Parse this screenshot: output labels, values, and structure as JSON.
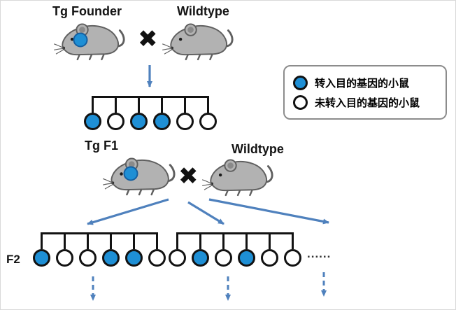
{
  "diagram": {
    "generation1": {
      "tg_founder_label": "Tg Founder",
      "wildtype_label": "Wildtype",
      "cross": "✖"
    },
    "generation2": {
      "tg_f1_label": "Tg F1",
      "wildtype_label": "Wildtype",
      "cross": "✖"
    },
    "f2_label": "F2",
    "ellipsis": "......"
  },
  "legend": {
    "items": [
      {
        "marker": "filled",
        "label": "转入目的基因的小鼠"
      },
      {
        "marker": "open",
        "label": "未转入目的基因的小鼠"
      }
    ]
  },
  "offspring": {
    "f1": [
      "filled",
      "open",
      "filled",
      "filled",
      "open",
      "open"
    ],
    "f2_left": [
      "filled",
      "open",
      "open",
      "filled",
      "filled",
      "open"
    ],
    "f2_right": [
      "open",
      "filled",
      "open",
      "filled",
      "open",
      "open"
    ]
  },
  "colors": {
    "transgenic_blue": "#1e8fd5",
    "arrow_blue": "#4f81bd",
    "mouse_gray": "#b2b2b2",
    "line_black": "#121212"
  }
}
